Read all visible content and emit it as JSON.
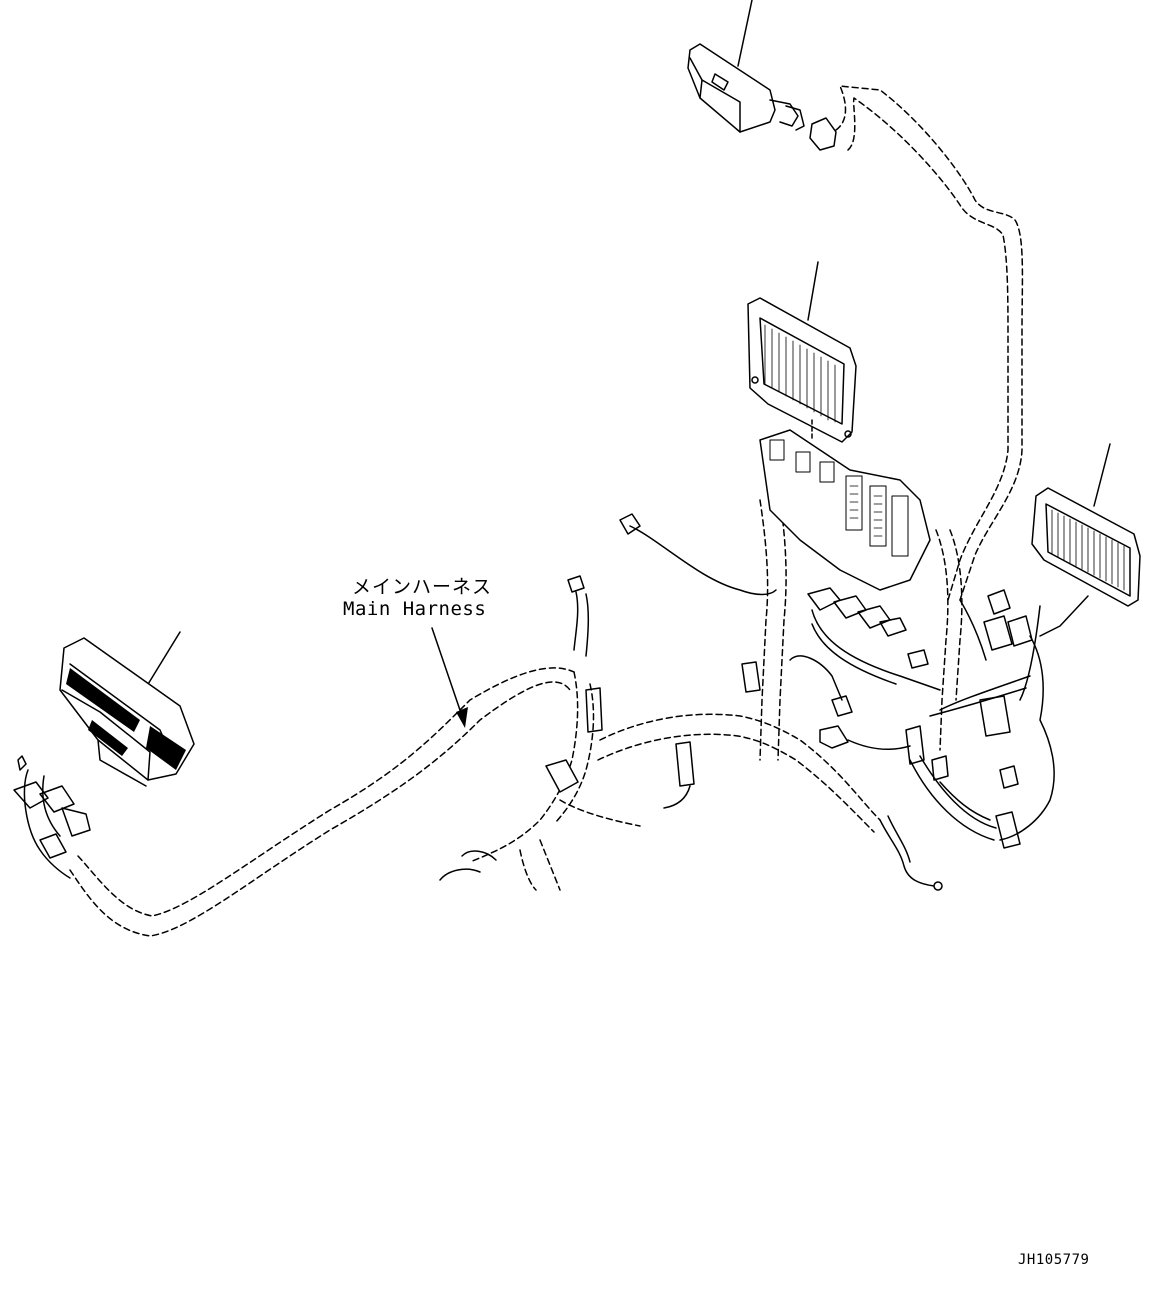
{
  "callout": {
    "label_jp": "メインハーネス",
    "label_en": "Main Harness"
  },
  "drawing_code": "JH105779",
  "colors": {
    "ink": "#000000",
    "paper": "#ffffff"
  }
}
